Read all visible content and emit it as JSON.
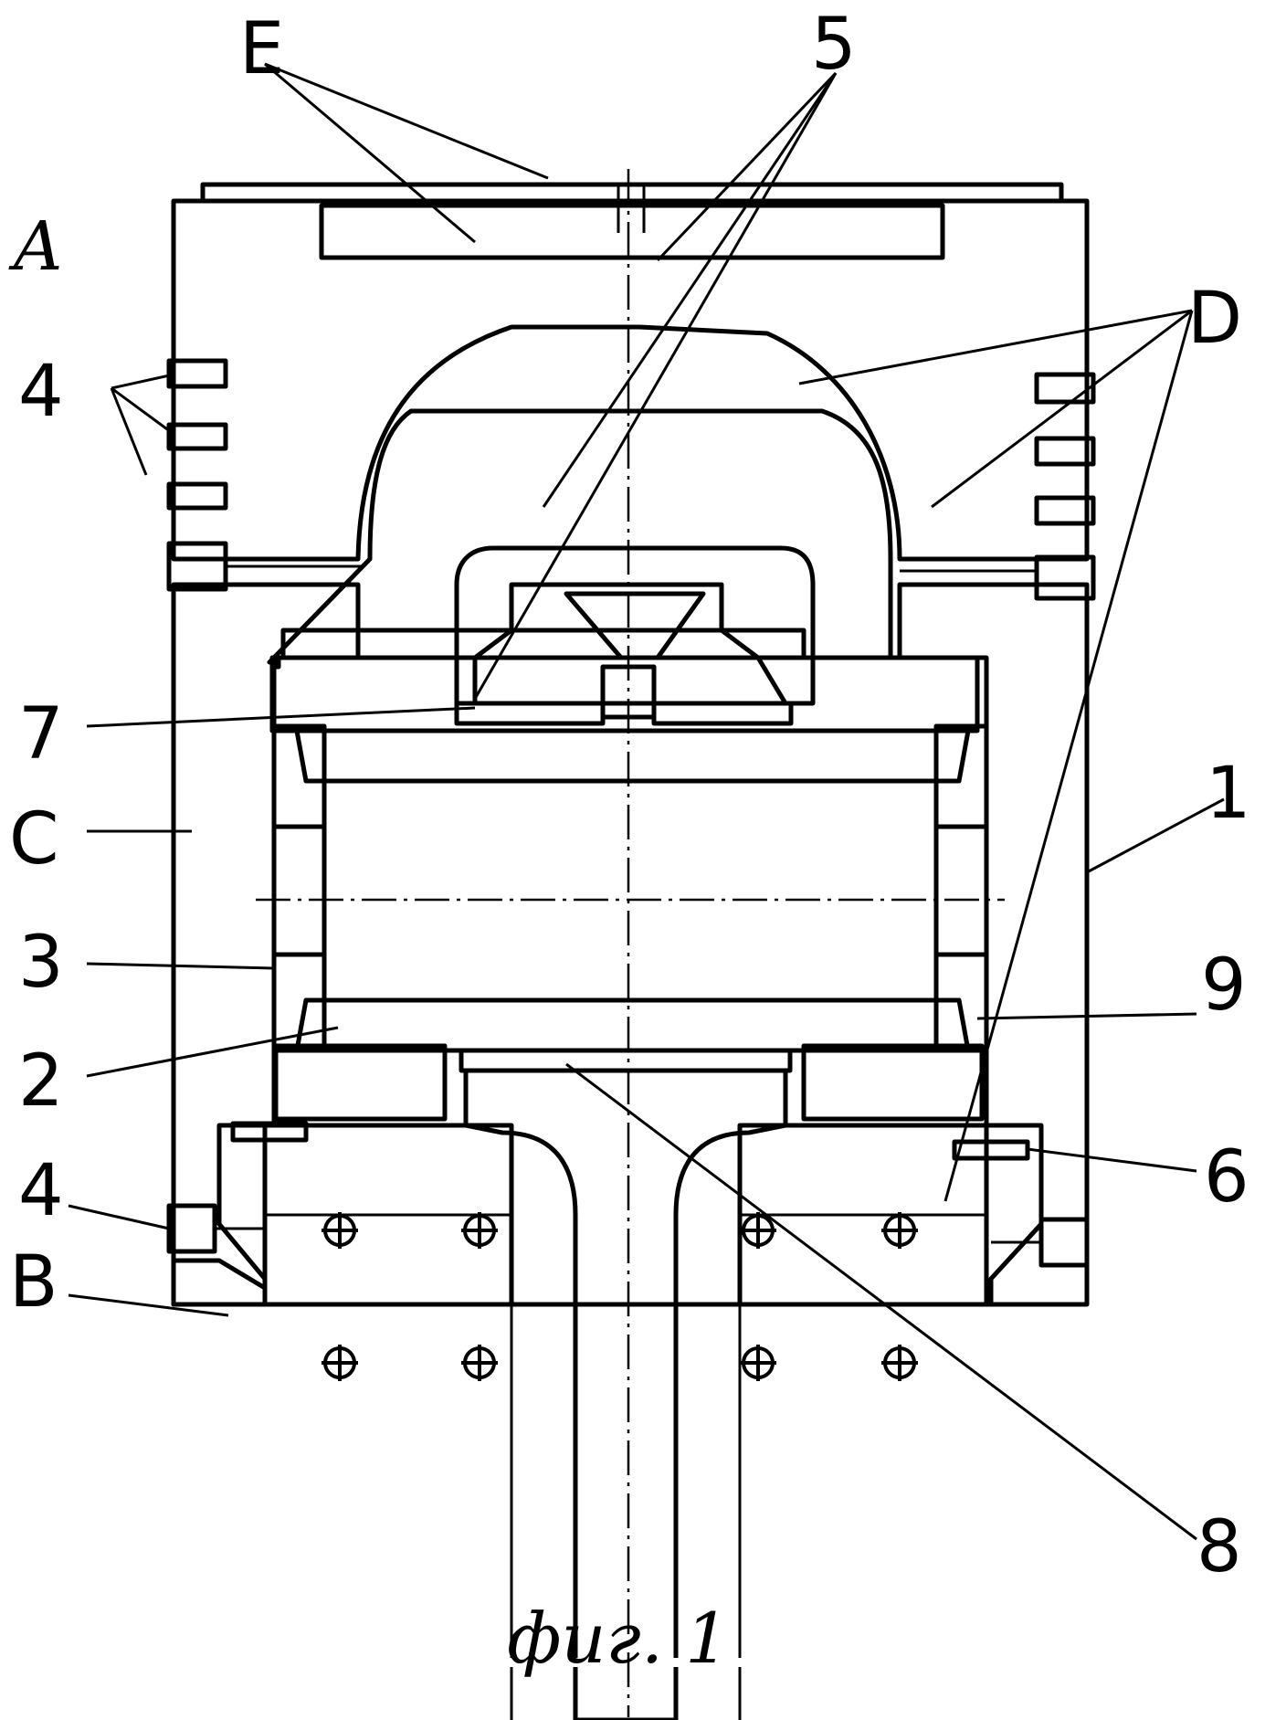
{
  "figure": {
    "caption": "фиг. 1",
    "labels": {
      "E": "E",
      "five": "5",
      "A": "A",
      "D": "D",
      "four_top": "4",
      "seven": "7",
      "C": "C",
      "one": "1",
      "three": "3",
      "nine": "9",
      "two": "2",
      "six": "6",
      "four_bottom": "4",
      "B": "B",
      "eight": "8"
    }
  }
}
